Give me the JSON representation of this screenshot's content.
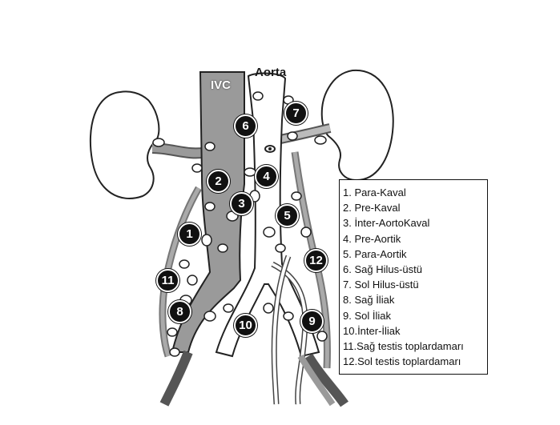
{
  "diagram": {
    "vessel_labels": {
      "ivc": "IVC",
      "aorta": "Aorta"
    },
    "markers": [
      "1",
      "2",
      "3",
      "4",
      "5",
      "6",
      "7",
      "8",
      "9",
      "10",
      "11",
      "12"
    ],
    "legend": [
      "1. Para-Kaval",
      "2. Pre-Kaval",
      "3. İnter-AortoKaval",
      "4. Pre-Aortik",
      "5. Para-Aortik",
      "6. Sağ Hilus-üstü",
      "7. Sol Hilus-üstü",
      "8. Sağ İliak",
      "9. Sol İliak",
      "10.İnter-İliak",
      "11.Sağ testis toplardamarı",
      "12.Sol testis toplardamarı"
    ]
  }
}
